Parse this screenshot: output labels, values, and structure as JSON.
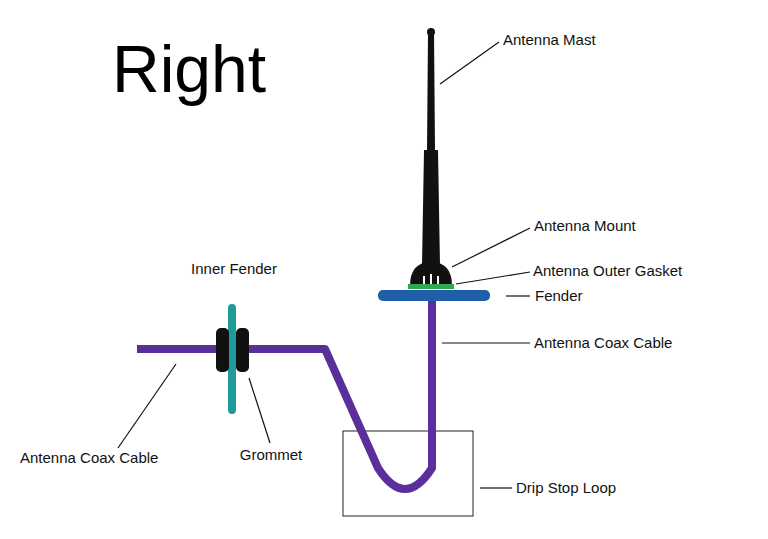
{
  "diagram": {
    "title": "Right",
    "labels": [
      "Antenna Mast",
      "Antenna Mount",
      "Antenna Outer Gasket",
      "Fender",
      "Antenna Coax Cable",
      "Inner Fender",
      "Antenna Coax Cable",
      "Grommet",
      "Drip Stop Loop"
    ]
  }
}
